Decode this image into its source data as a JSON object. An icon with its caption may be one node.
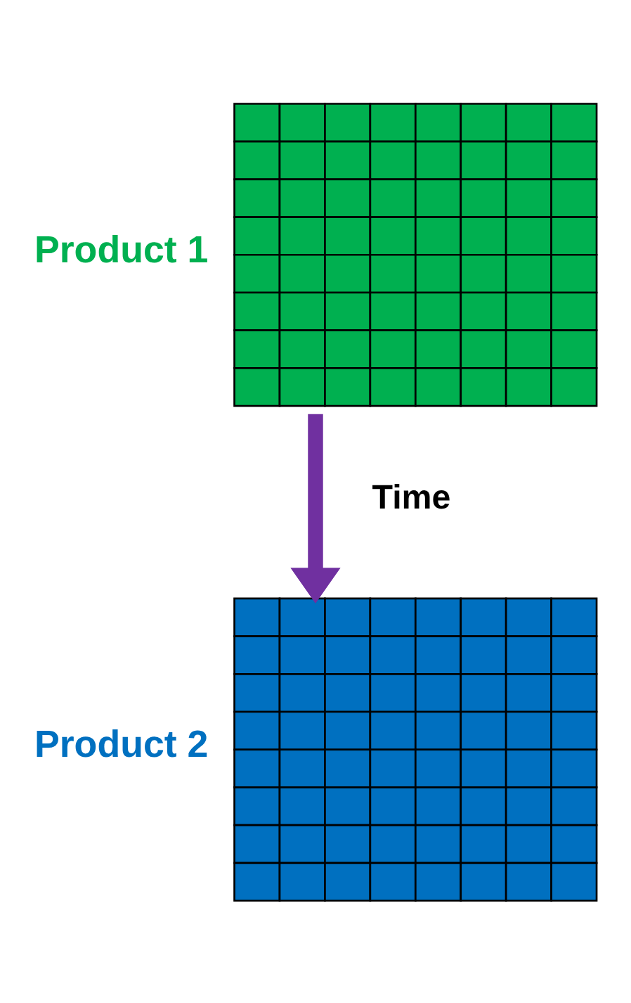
{
  "diagram": {
    "nodes": [
      {
        "text": [
          "Product 1"
        ]
      },
      {
        "text": [
          "Product 2"
        ]
      }
    ],
    "edges": [
      {
        "from": 0,
        "to": 1,
        "arrow": "to",
        "label": "Time",
        "color": "#7030a0"
      }
    ]
  }
}
